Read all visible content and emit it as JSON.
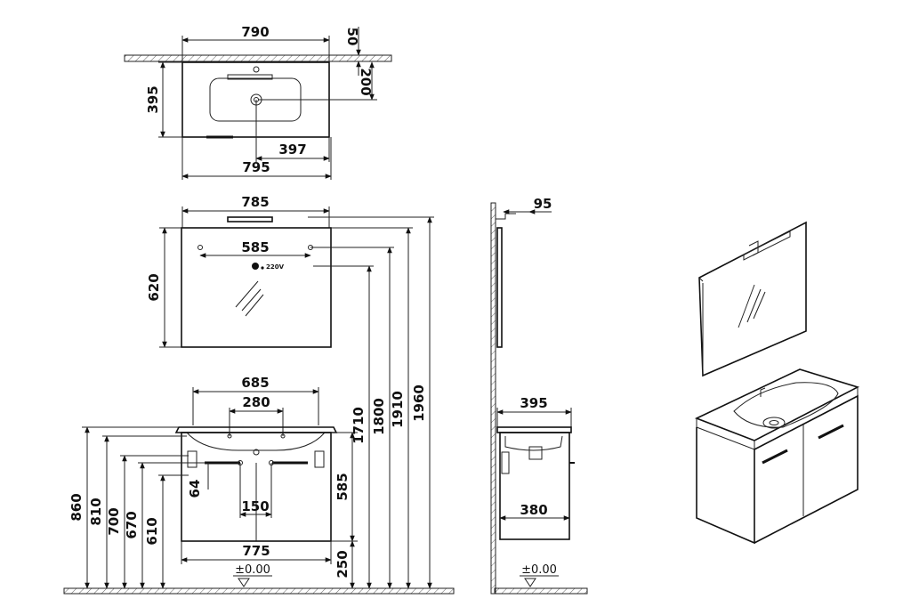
{
  "top_view": {
    "width_790": "790",
    "thickness_50": "50",
    "depth_395": "395",
    "tap_200": "200",
    "offset_397": "397",
    "width_795": "795"
  },
  "mirror_view": {
    "width_785": "785",
    "screw_585": "585",
    "height_620": "620",
    "power_label": "220V"
  },
  "cabinet_view": {
    "basin_685": "685",
    "basin_280": "280",
    "depth_64": "64",
    "pipe_150": "150",
    "width_775": "775",
    "cabinet_585": "585",
    "leg_250": "250",
    "floor_label": "±0.00"
  },
  "heights": [
    "860",
    "810",
    "700",
    "670",
    "610",
    "1710",
    "1800",
    "1910",
    "1960"
  ],
  "side_view": {
    "offset_95": "95",
    "depth_395": "395",
    "depth_380": "380",
    "floor_label": "±0.00"
  }
}
